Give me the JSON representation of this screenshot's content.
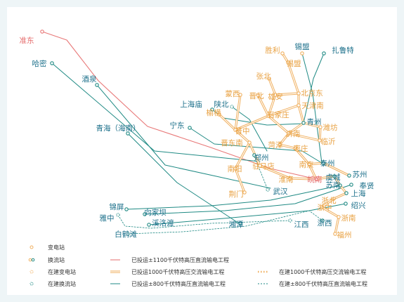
{
  "colors": {
    "background": "#eef5f7",
    "panel": "#ffffff",
    "teal": "#1f8a84",
    "orange": "#f0b060",
    "red": "#e87878",
    "label_teal": "#1b6f8a",
    "label_orange": "#e8a040",
    "label_red": "#e56b6b"
  },
  "stations": [
    {
      "id": "zhundong",
      "label": "准东",
      "category": "uhv_dc_1100"
    },
    {
      "id": "hami",
      "label": "哈密",
      "category": "converter"
    },
    {
      "id": "jiuquan",
      "label": "酒泉",
      "category": "converter"
    },
    {
      "id": "qinghai",
      "label": "青海（海南）",
      "category": "converter"
    },
    {
      "id": "ningdong",
      "label": "宁东",
      "category": "converter"
    },
    {
      "id": "shanghaimiao",
      "label": "上海庙",
      "category": "converter"
    },
    {
      "id": "shanbei",
      "label": "陕北",
      "category": "converter_building"
    },
    {
      "id": "ximeng",
      "label": "锡盟",
      "category": "substation"
    },
    {
      "id": "zhalute",
      "label": "扎鲁特",
      "category": "converter"
    },
    {
      "id": "shengli",
      "label": "胜利",
      "category": "substation"
    },
    {
      "id": "ximeng2",
      "label": "锡盟",
      "category": "substation"
    },
    {
      "id": "zhangbei",
      "label": "张北",
      "category": "substation"
    },
    {
      "id": "mengxi",
      "label": "蒙西",
      "category": "substation"
    },
    {
      "id": "jinbei",
      "label": "晋北",
      "category": "substation"
    },
    {
      "id": "xiongan",
      "label": "雄安",
      "category": "substation"
    },
    {
      "id": "beijingdong",
      "label": "北京东",
      "category": "substation"
    },
    {
      "id": "yuheng",
      "label": "榆横",
      "category": "substation"
    },
    {
      "id": "shijiazhuang",
      "label": "石家庄",
      "category": "substation"
    },
    {
      "id": "tianjinnan",
      "label": "天津南",
      "category": "substation"
    },
    {
      "id": "qingzhou",
      "label": "青州",
      "category": "converter"
    },
    {
      "id": "weifang",
      "label": "潍坊",
      "category": "substation"
    },
    {
      "id": "jinzhong",
      "label": "晋中",
      "category": "substation"
    },
    {
      "id": "jinan",
      "label": "济南",
      "category": "substation"
    },
    {
      "id": "linyi",
      "label": "临沂",
      "category": "substation"
    },
    {
      "id": "jindongnan",
      "label": "晋东南",
      "category": "substation"
    },
    {
      "id": "heze",
      "label": "菏泽",
      "category": "substation"
    },
    {
      "id": "zaozhuang",
      "label": "枣庄",
      "category": "substation"
    },
    {
      "id": "zhengzhou",
      "label": "郑州",
      "category": "converter"
    },
    {
      "id": "nanyang",
      "label": "南阳",
      "category": "substation"
    },
    {
      "id": "zhumadian",
      "label": "驻马店",
      "category": "substation"
    },
    {
      "id": "nanjing",
      "label": "南京",
      "category": "substation"
    },
    {
      "id": "taizhou",
      "label": "泰州",
      "category": "converter"
    },
    {
      "id": "huainan",
      "label": "淮南",
      "category": "substation"
    },
    {
      "id": "wannan",
      "label": "皖南",
      "category": "uhv_dc_1100"
    },
    {
      "id": "yucheng",
      "label": "虞城",
      "category": "converter"
    },
    {
      "id": "sunan",
      "label": "苏南",
      "category": "converter"
    },
    {
      "id": "suzhou",
      "label": "苏州",
      "category": "converter"
    },
    {
      "id": "fengxian",
      "label": "奉贤",
      "category": "converter"
    },
    {
      "id": "shanghai",
      "label": "上海",
      "category": "converter"
    },
    {
      "id": "jingmen",
      "label": "荆门",
      "category": "substation"
    },
    {
      "id": "wuhan",
      "label": "武汉",
      "category": "converter_building"
    },
    {
      "id": "zhebei",
      "label": "浙北",
      "category": "substation"
    },
    {
      "id": "zhezhong",
      "label": "浙中",
      "category": "substation"
    },
    {
      "id": "shaoxing",
      "label": "绍兴",
      "category": "converter"
    },
    {
      "id": "zhenan",
      "label": "浙南",
      "category": "substation"
    },
    {
      "id": "fuzhou",
      "label": "福州",
      "category": "substation"
    },
    {
      "id": "zhexi",
      "label": "浙西",
      "category": "converter"
    },
    {
      "id": "jiangxi",
      "label": "江西",
      "category": "converter_building"
    },
    {
      "id": "xiangtan",
      "label": "湘潭",
      "category": "converter"
    },
    {
      "id": "jinping",
      "label": "锦屏",
      "category": "converter"
    },
    {
      "id": "xiangjiaba",
      "label": "向家坝",
      "category": "converter"
    },
    {
      "id": "yazhong",
      "label": "雅中",
      "category": "converter_building"
    },
    {
      "id": "xiluodu",
      "label": "溪洛渡",
      "category": "converter"
    },
    {
      "id": "baihetan",
      "label": "白鹤滩",
      "category": "converter_building"
    }
  ],
  "legend": {
    "substation": "变电站",
    "converter": "换流站",
    "substation_building": "在建变电站",
    "converter_building": "在建换流站",
    "line_1100": "已投运±1100千伏特高压直流输电工程",
    "line_1000_ac": "已投运1000千伏特高压交流输电工程",
    "line_800_dc": "已投运±800千伏特高压直流输电工程",
    "line_1000_building": "在建1000千伏特高压交流输电工程",
    "line_800_building": "在建±800千伏特高压直流输电工程"
  }
}
